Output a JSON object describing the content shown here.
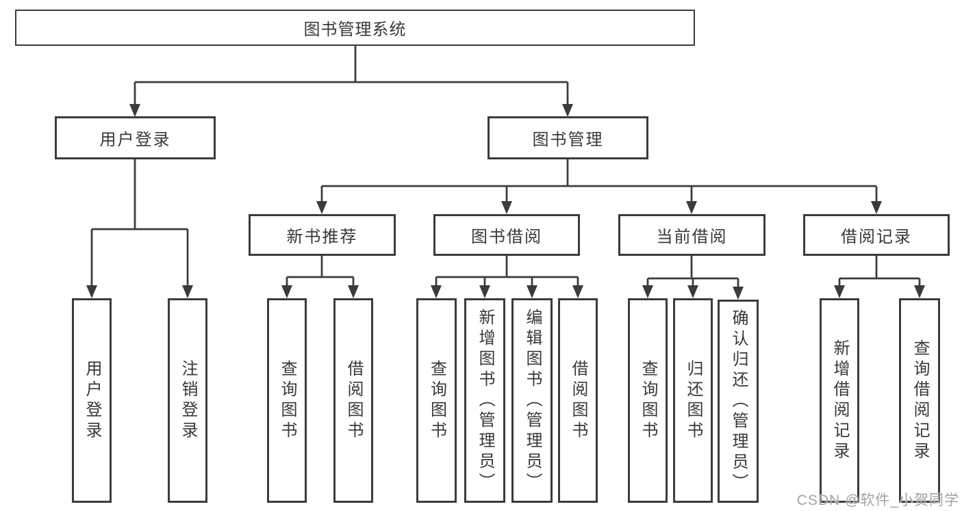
{
  "diagram": {
    "type": "hierarchy-tree",
    "root": {
      "label": "图书管理系统",
      "children": [
        {
          "label": "用户登录",
          "children": [
            {
              "label": "用户登录"
            },
            {
              "label": "注销登录"
            }
          ]
        },
        {
          "label": "图书管理",
          "children": [
            {
              "label": "新书推荐",
              "children": [
                {
                  "label": "查询图书"
                },
                {
                  "label": "借阅图书"
                }
              ]
            },
            {
              "label": "图书借阅",
              "children": [
                {
                  "label": "查询图书"
                },
                {
                  "label": "新增图书（管理员）"
                },
                {
                  "label": "编辑图书（管理员）"
                },
                {
                  "label": "借阅图书"
                }
              ]
            },
            {
              "label": "当前借阅",
              "children": [
                {
                  "label": "查询图书"
                },
                {
                  "label": "归还图书"
                },
                {
                  "label": "确认归还（管理员）"
                }
              ]
            },
            {
              "label": "借阅记录",
              "children": [
                {
                  "label": "新增借阅记录"
                },
                {
                  "label": "查询借阅记录"
                }
              ]
            }
          ]
        }
      ]
    }
  },
  "watermark": {
    "text": "CSDN @软件_小贺同学"
  },
  "colors": {
    "line": "#3b3b3b",
    "box_border": "#3b3b3b",
    "text": "#383838",
    "watermark": "#a2a2a2",
    "background": "#ffffff"
  }
}
